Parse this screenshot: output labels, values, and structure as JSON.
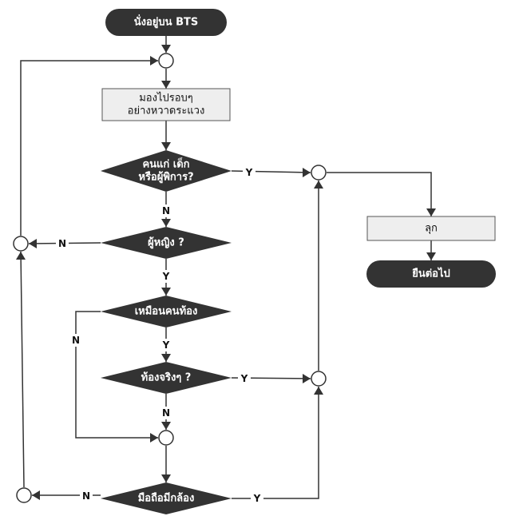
{
  "colors": {
    "terminal": "#333333",
    "decision": "#333333",
    "process_fill": "#eeeeee",
    "process_stroke": "#555555",
    "edge": "#333333",
    "text_dark": "#ffffff",
    "text_light": "#111111",
    "connector": "#ffffff"
  },
  "nodes": {
    "start": {
      "text": [
        "นั่งอยู่บน BTS"
      ]
    },
    "look": {
      "text": [
        "มองไปรอบๆ",
        "อย่างหวาดระแวง"
      ]
    },
    "q_elderly": {
      "text": [
        "คนแก่ เด็ก",
        "หรือผู้พิการ?"
      ]
    },
    "q_woman": {
      "text": [
        "ผู้หญิง ?"
      ]
    },
    "q_pregnant_look": {
      "text": [
        "เหมือนคนท้อง"
      ]
    },
    "q_pregnant_real": {
      "text": [
        "ท้องจริงๆ ?"
      ]
    },
    "q_phone": {
      "text": [
        "มือถือมีกล้อง"
      ]
    },
    "stand": {
      "text": [
        "ลุก"
      ]
    },
    "go": {
      "text": [
        "ยืนต่อไป"
      ]
    }
  },
  "edge_labels": {
    "q_elderly_yes": "Y",
    "q_elderly_no": "N",
    "q_woman_no": "N",
    "q_woman_yes": "Y",
    "q_pregnant_look_no": "N",
    "q_pregnant_look_yes": "Y",
    "q_pregnant_real_yes": "Y",
    "q_pregnant_real_no": "N",
    "q_phone_no": "N",
    "q_phone_yes": "Y"
  }
}
